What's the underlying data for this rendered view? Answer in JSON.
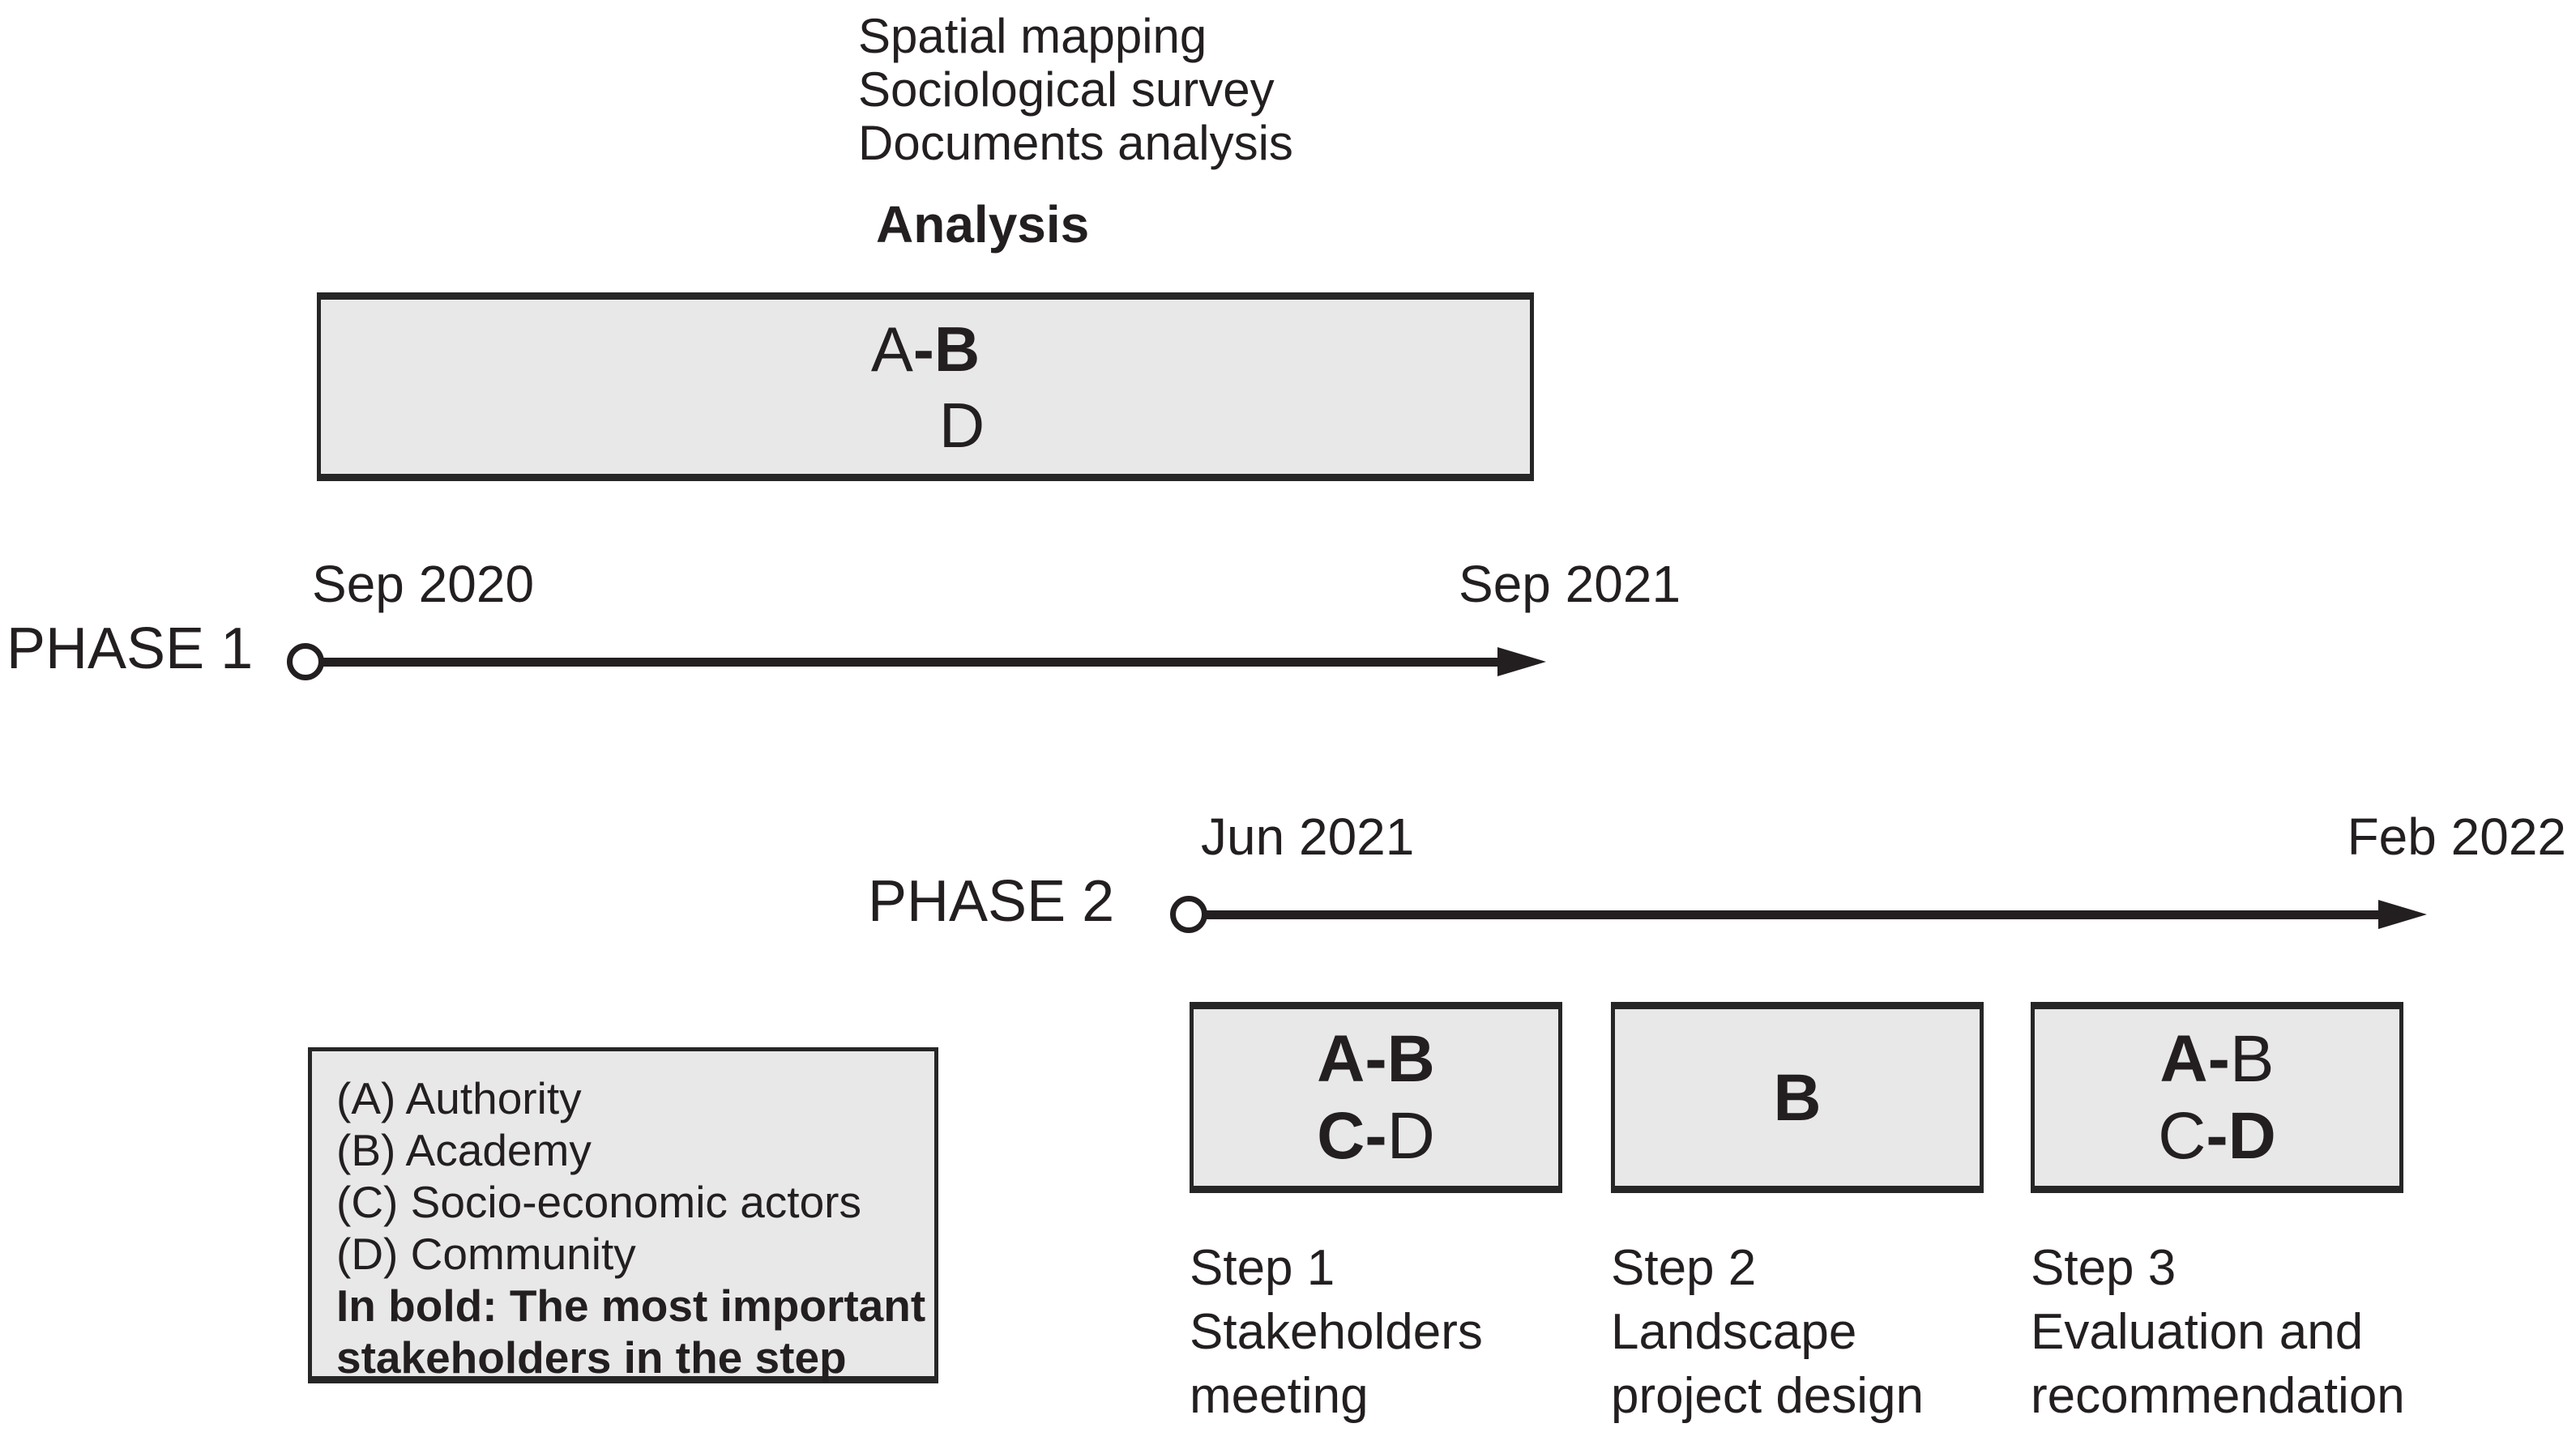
{
  "colors": {
    "background": "#ffffff",
    "text": "#231f20",
    "box_fill": "#e8e8e8",
    "box_border": "#262626",
    "timeline": "#231f20"
  },
  "methods": {
    "lines": [
      "Spatial mapping",
      "Sociological survey",
      "Documents analysis"
    ],
    "title": "Analysis"
  },
  "phase1": {
    "label": "PHASE 1",
    "start_date": "Sep 2020",
    "end_date": "Sep 2021",
    "box": {
      "line1": [
        {
          "text": "A",
          "bold": false
        },
        {
          "text": "-B",
          "bold": true
        }
      ],
      "line2": [
        {
          "text": "D",
          "bold": false
        }
      ]
    }
  },
  "phase2": {
    "label": "PHASE 2",
    "start_date": "Jun 2021",
    "end_date": "Feb 2022"
  },
  "steps": [
    {
      "box": {
        "line1": [
          {
            "text": "A-B",
            "bold": true
          }
        ],
        "line2": [
          {
            "text": "C-",
            "bold": true
          },
          {
            "text": "D",
            "bold": false
          }
        ]
      },
      "label_lines": [
        "Step 1",
        "Stakeholders",
        "meeting"
      ]
    },
    {
      "box": {
        "line1": [
          {
            "text": "B",
            "bold": true
          }
        ],
        "line2": []
      },
      "label_lines": [
        "Step 2",
        "Landscape",
        "project design"
      ]
    },
    {
      "box": {
        "line1": [
          {
            "text": "A-",
            "bold": true
          },
          {
            "text": "B",
            "bold": false
          }
        ],
        "line2": [
          {
            "text": "C",
            "bold": false
          },
          {
            "text": "-D",
            "bold": true
          }
        ]
      },
      "label_lines": [
        "Step 3",
        "Evaluation and",
        "recommendation"
      ]
    }
  ],
  "legend": {
    "items": [
      "(A) Authority",
      "(B) Academy",
      "(C) Socio-economic actors",
      "(D) Community"
    ],
    "note_line1": "In bold: The most important",
    "note_line2": "stakeholders in the step"
  }
}
